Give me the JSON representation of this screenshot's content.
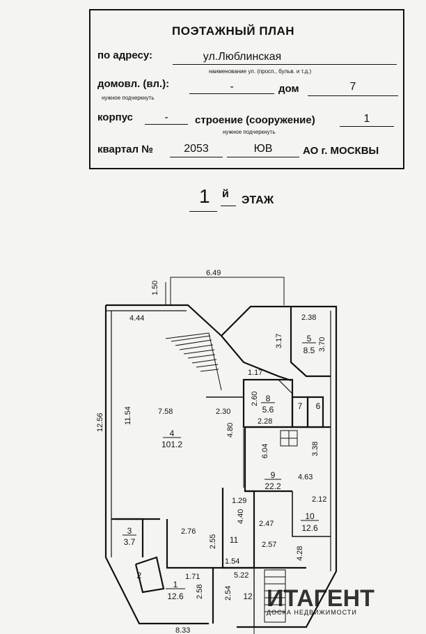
{
  "header": {
    "title": "ПОЭТАЖНЫЙ ПЛАН",
    "address_label": "по адресу:",
    "address_value": "ул.Люблинская",
    "address_hint": "наименование ул. (просп., бульв. и т.д.)",
    "domovl_label": "домовл. (вл.):",
    "domovl_value": "-",
    "domovl_hint": "нужное подчеркнуть",
    "dom_label": "дом",
    "dom_value": "7",
    "korpus_label": "корпус",
    "korpus_value": "-",
    "stroenie_label": "строение (сооружение)",
    "stroenie_value": "1",
    "stroenie_hint": "нужное подчеркнуть",
    "kvartal_label": "квартал №",
    "kvartal_value": "2053",
    "okrug_value": "ЮВ",
    "city_label": "АО г. МОСКВЫ"
  },
  "floor": {
    "number": "1",
    "suffix": "й",
    "label": "ЭТАЖ"
  },
  "plan": {
    "dimensions": {
      "d649": "6.49",
      "d150": "1.50",
      "d444": "4.44",
      "d317": "3.17",
      "d238": "2.38",
      "d370": "3.70",
      "d117": "1.17",
      "d1256": "12.56",
      "d1154": "11.54",
      "d758": "7.58",
      "d230": "2.30",
      "d260": "2.60",
      "d228": "2.28",
      "d480": "4.80",
      "d604": "6.04",
      "d338": "3.38",
      "d463": "4.63",
      "d129": "1.29",
      "d440": "4.40",
      "d212": "2.12",
      "d247": "2.47",
      "d276": "2.76",
      "d255": "2.55",
      "d257": "2.57",
      "d428": "4.28",
      "d154": "1.54",
      "d171": "1.71",
      "d522": "5.22",
      "d258": "2.58",
      "d254": "2.54",
      "d833": "8.33"
    },
    "rooms": [
      {
        "num": "4",
        "area": "101.2"
      },
      {
        "num": "5",
        "area": "8.5"
      },
      {
        "num": "8",
        "area": "5.6"
      },
      {
        "num": "7",
        "area": ""
      },
      {
        "num": "6",
        "area": ""
      },
      {
        "num": "9",
        "area": "22.2"
      },
      {
        "num": "10",
        "area": "12.6"
      },
      {
        "num": "3",
        "area": "3.7"
      },
      {
        "num": "11",
        "area": ""
      },
      {
        "num": "2",
        "area": ""
      },
      {
        "num": "1",
        "area": "12.6"
      },
      {
        "num": "12",
        "area": ""
      }
    ]
  },
  "watermark": {
    "brand": "ИТАГЕНТ",
    "subtitle": "ДОСКА НЕДВИЖИМОСТИ",
    "color": "#cfcfcf"
  }
}
